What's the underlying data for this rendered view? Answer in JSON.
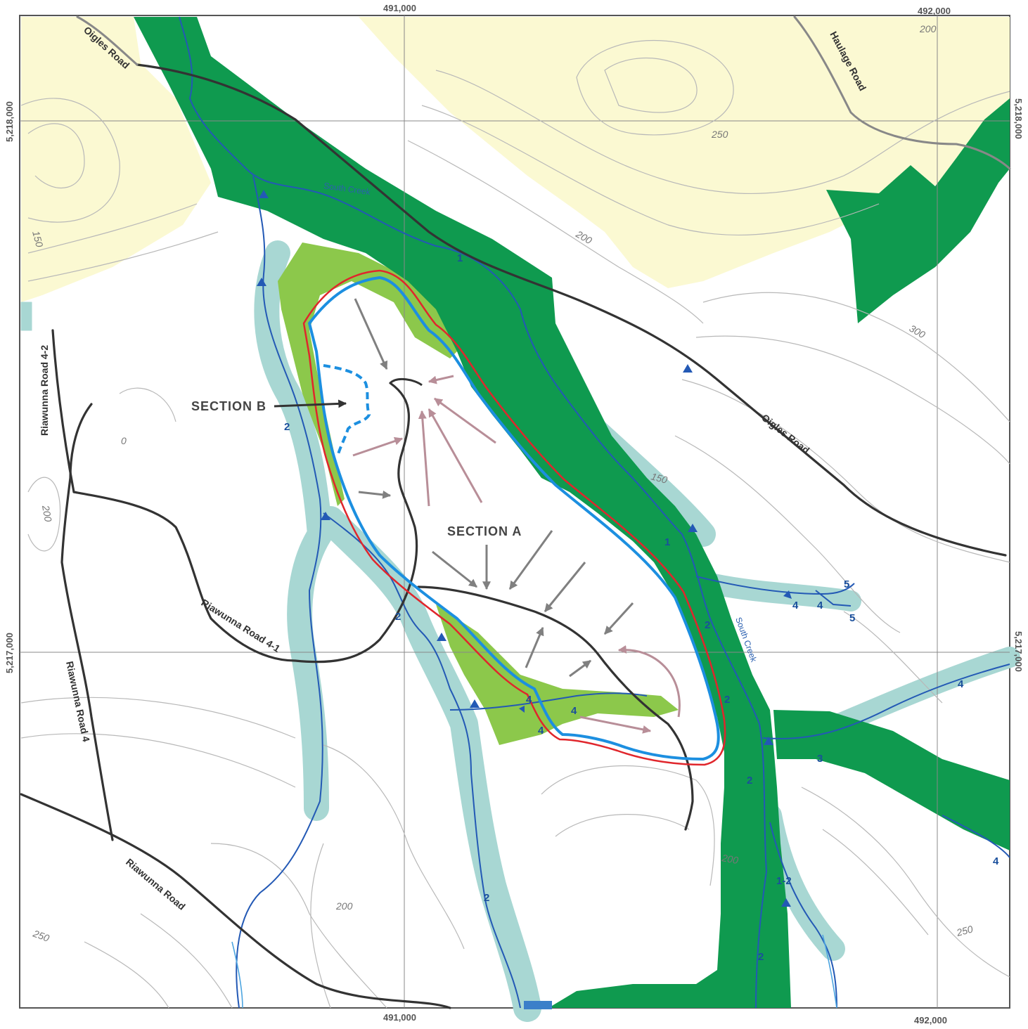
{
  "colors": {
    "plantation_yellow": "#fbf9d2",
    "streamside_reserve_dark": "#0f9a4f",
    "wet_area_light_green": "#8cc84b",
    "buffer_teal": "#a8d7d3",
    "stream_blue": "#2359b5",
    "boundary_red": "#e0262c",
    "boundary_blue": "#1c8fe0",
    "road_black": "#333333",
    "arrow_grey": "#808080",
    "arrow_mauve": "#b88e98",
    "contour_grey": "#b8b8b8",
    "grid_line": "#888888"
  },
  "grid": {
    "easting_labels": [
      "491,000",
      "492,000"
    ],
    "northing_labels": [
      "5,218,000",
      "5,217,000"
    ]
  },
  "roads": {
    "oigles_road_nw": "Oigles Road",
    "oigles_road_e": "Oigles Road",
    "haulage_road": "Haulage Road",
    "riawunna_road_4_2": "Riawunna Road 4-2",
    "riawunna_road_4_1": "Riawunna Road 4-1",
    "riawunna_road_4": "Riawunna Road 4",
    "riawunna_road": "Riawunna Road"
  },
  "contours": [
    "200",
    "250",
    "150",
    "200",
    "300",
    "150",
    "200",
    "0",
    "200",
    "200",
    "250",
    "250"
  ],
  "creeks": {
    "south_creek_north": "South Creek",
    "south_creek_east": "South Creek"
  },
  "stream_orders": [
    "1",
    "2",
    "2",
    "2",
    "1",
    "2",
    "2",
    "4",
    "4",
    "4",
    "5",
    "5",
    "4",
    "4",
    "4",
    "3",
    "2",
    "1-2",
    "2",
    "4"
  ],
  "sections": {
    "a": "SECTION A",
    "b": "SECTION B"
  },
  "icons": {
    "flow_arrow": "arrow-icon",
    "section_pointer": "pointer-arrow-icon"
  }
}
